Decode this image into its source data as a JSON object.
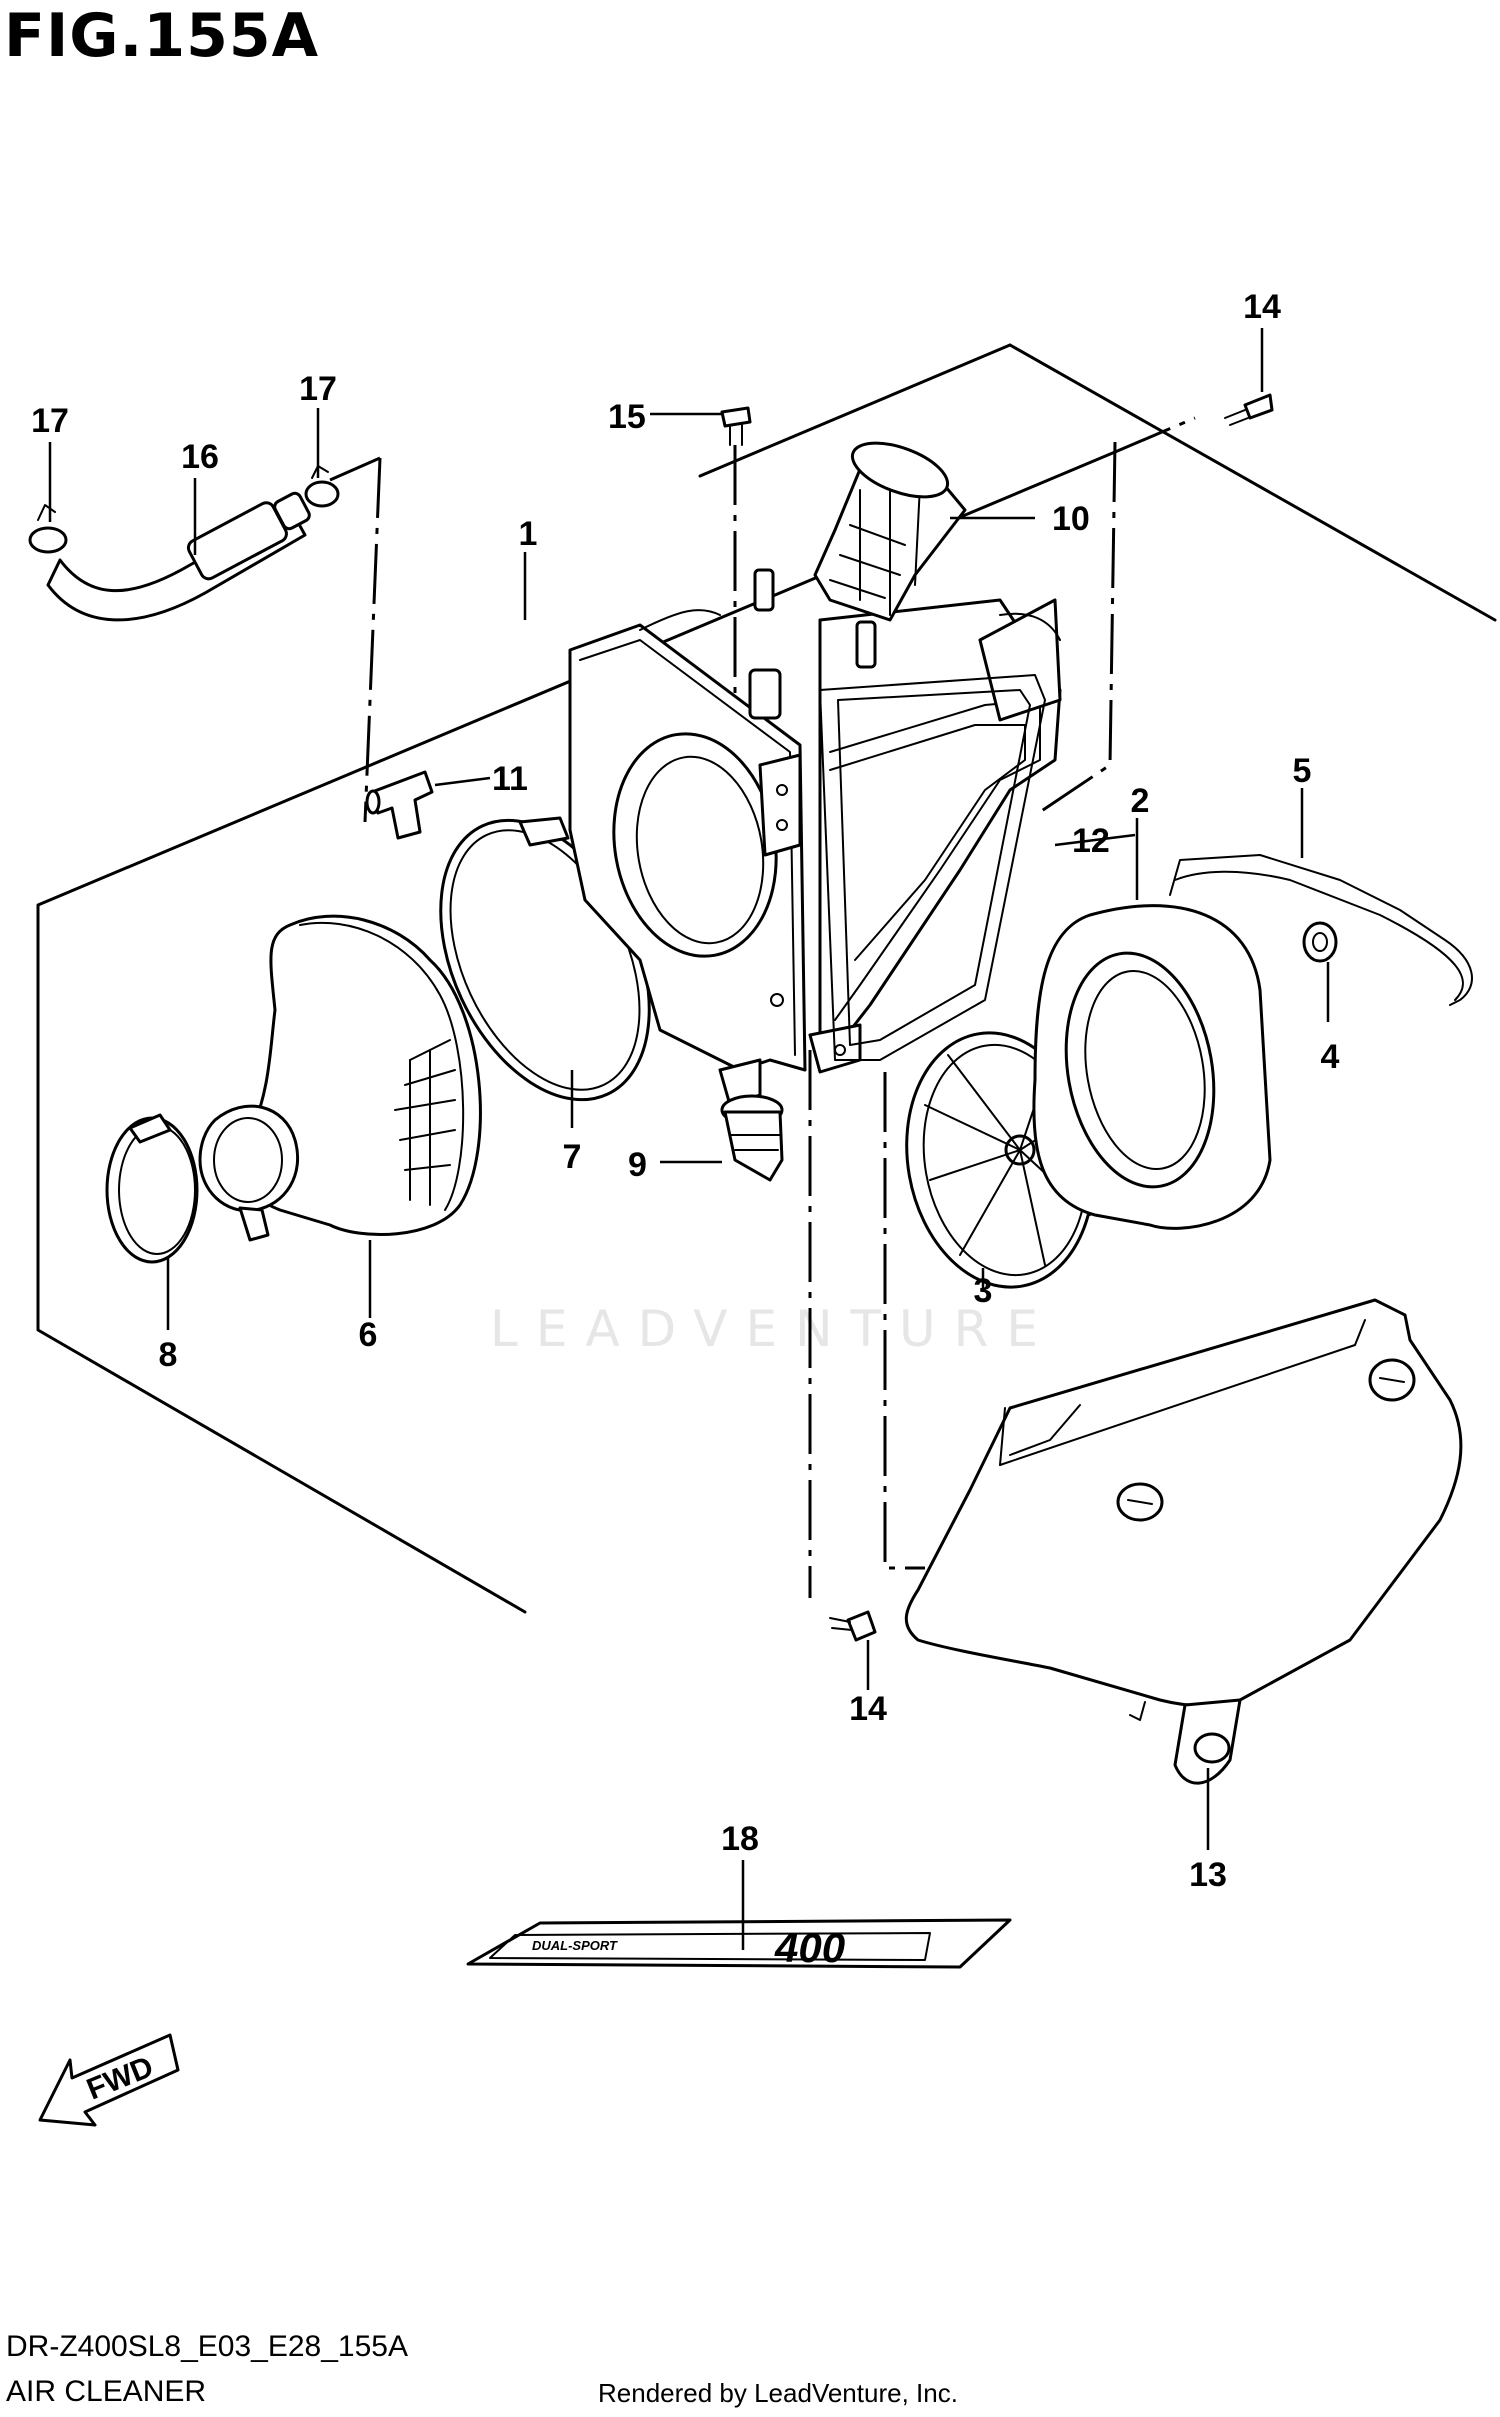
{
  "figure": {
    "title": "FIG.155A"
  },
  "callouts": [
    {
      "id": "c1",
      "label": "1"
    },
    {
      "id": "c2",
      "label": "2"
    },
    {
      "id": "c3",
      "label": "3"
    },
    {
      "id": "c4",
      "label": "4"
    },
    {
      "id": "c5",
      "label": "5"
    },
    {
      "id": "c6",
      "label": "6"
    },
    {
      "id": "c7",
      "label": "7"
    },
    {
      "id": "c8",
      "label": "8"
    },
    {
      "id": "c9",
      "label": "9"
    },
    {
      "id": "c10",
      "label": "10"
    },
    {
      "id": "c11",
      "label": "11"
    },
    {
      "id": "c12",
      "label": "12"
    },
    {
      "id": "c13",
      "label": "13"
    },
    {
      "id": "c14a",
      "label": "14"
    },
    {
      "id": "c14b",
      "label": "14"
    },
    {
      "id": "c15",
      "label": "15"
    },
    {
      "id": "c16",
      "label": "16"
    },
    {
      "id": "c17a",
      "label": "17"
    },
    {
      "id": "c17b",
      "label": "17"
    },
    {
      "id": "c18",
      "label": "18"
    }
  ],
  "fwd_arrow": {
    "label": "FWD"
  },
  "decal_text": {
    "main": "400",
    "small": "DUAL-SPORT"
  },
  "watermark": "LEADVENTURE",
  "footer": {
    "model_code": "DR-Z400SL8_E03_E28_155A",
    "section_name": "AIR CLEANER",
    "credit": "Rendered by LeadVenture, Inc."
  }
}
